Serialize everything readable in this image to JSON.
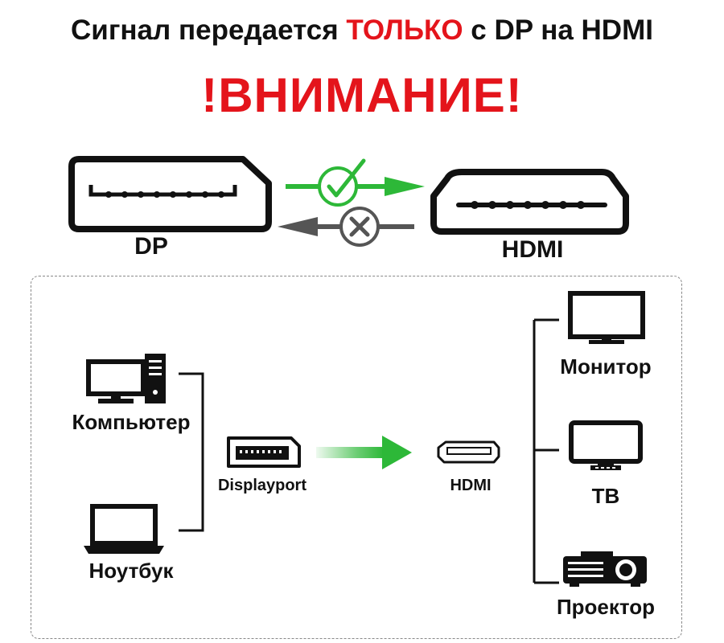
{
  "header": {
    "title_before": "Сигнал передается ",
    "title_highlight": "ТОЛЬКО",
    "title_after": " с DP на HDMI",
    "warning": "!ВНИМАНИЕ!"
  },
  "connectors": {
    "dp_label": "DP",
    "hdmi_label": "HDMI"
  },
  "sources": [
    {
      "label": "Компьютер",
      "icon": "desktop-computer-icon"
    },
    {
      "label": "Ноутбук",
      "icon": "laptop-icon"
    }
  ],
  "adapter": {
    "input_label": "Displayport",
    "output_label": "HDMI"
  },
  "displays": [
    {
      "label": "Монитор",
      "icon": "monitor-icon"
    },
    {
      "label": "ТВ",
      "icon": "tv-icon"
    },
    {
      "label": "Проектор",
      "icon": "projector-icon"
    }
  ],
  "colors": {
    "accent_red": "#e4141b",
    "arrow_green": "#2db838",
    "arrow_gray": "#555555",
    "text": "#111111"
  }
}
